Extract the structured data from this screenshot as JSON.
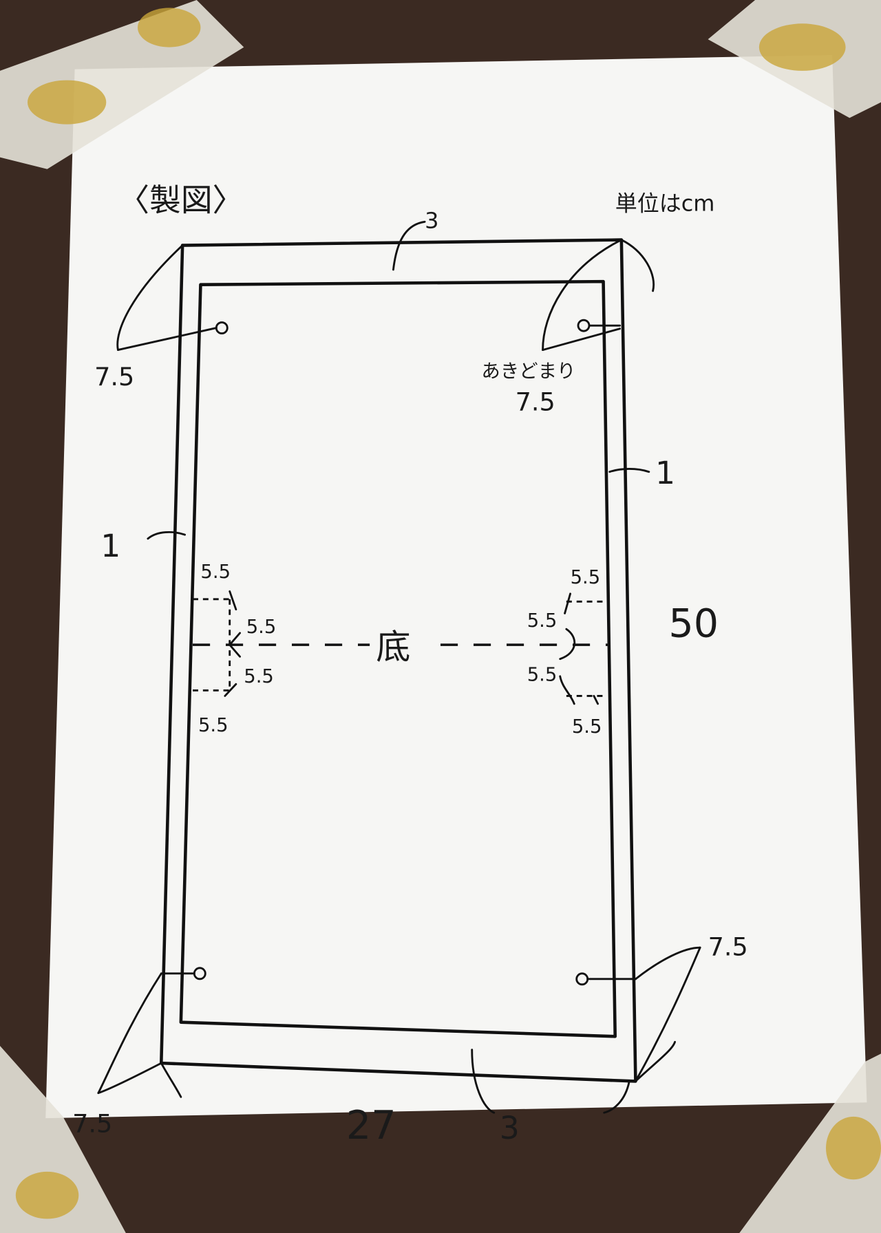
{
  "title": "〈製図〉",
  "unit_note": "単位はcm",
  "labels": {
    "top_hem": "3",
    "bottom_hem": "3",
    "left_seam": "1",
    "right_seam": "1",
    "height": "50",
    "width": "27",
    "bottom_fold": "底",
    "opening_stop": "あきどまり",
    "corner_top_left": "7.5",
    "corner_top_right": "7.5",
    "corner_bottom_left": "7.5",
    "corner_bottom_right": "7.5",
    "gusset_left": [
      "5.5",
      "5.5",
      "5.5",
      "5.5"
    ],
    "gusset_right": [
      "5.5",
      "5.5",
      "5.5",
      "5.5"
    ]
  },
  "colors": {
    "background": "#3b2a22",
    "paper": "#f7f7f5",
    "ink": "#111111",
    "tape": "#e8e4da",
    "tape_gold": "#c9a53a"
  }
}
